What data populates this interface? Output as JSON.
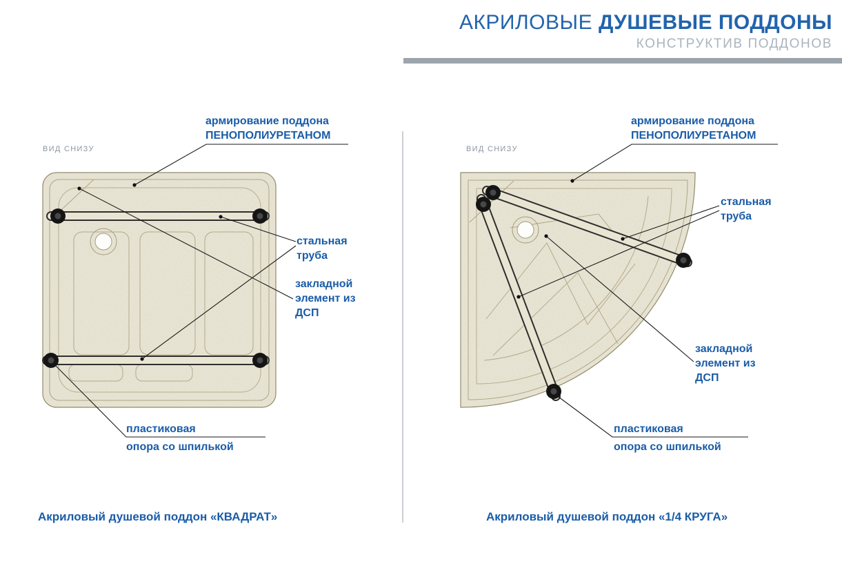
{
  "header": {
    "title_regular": "АКРИЛОВЫЕ ",
    "title_bold": "ДУШЕВЫЕ ПОДДОНЫ",
    "subtitle": "КОНСТРУКТИВ ПОДДОНОВ"
  },
  "labels": {
    "view_from_below": "ВИД СНИЗУ",
    "reinforcement": "армирование поддона\nПЕНОПОЛИУРЕТАНОМ",
    "steel_pipe": "стальная\nтруба",
    "chipboard": "закладной\nэлемент из\nДСП",
    "support_line1": "пластиковая",
    "support_line2": "опора со шпилькой"
  },
  "captions": {
    "left": "Акриловый душевой поддон «КВАДРАТ»",
    "right": "Акриловый душевой поддон «1/4 КРУГА»"
  },
  "colors": {
    "accent_blue": "#1A5CA8",
    "title_blue": "#2263AC",
    "subtitle_gray": "#A9B4BF",
    "bar_gray": "#9DA5AC",
    "tray_fill": "#ECE8D7",
    "tray_outline": "#8F8869",
    "contour_line": "#AEA584",
    "pipe_dark": "#2E2E2E",
    "pipe_light": "#E9E5D3",
    "support_black": "#151515",
    "leader_line": "#1a1a1a"
  }
}
